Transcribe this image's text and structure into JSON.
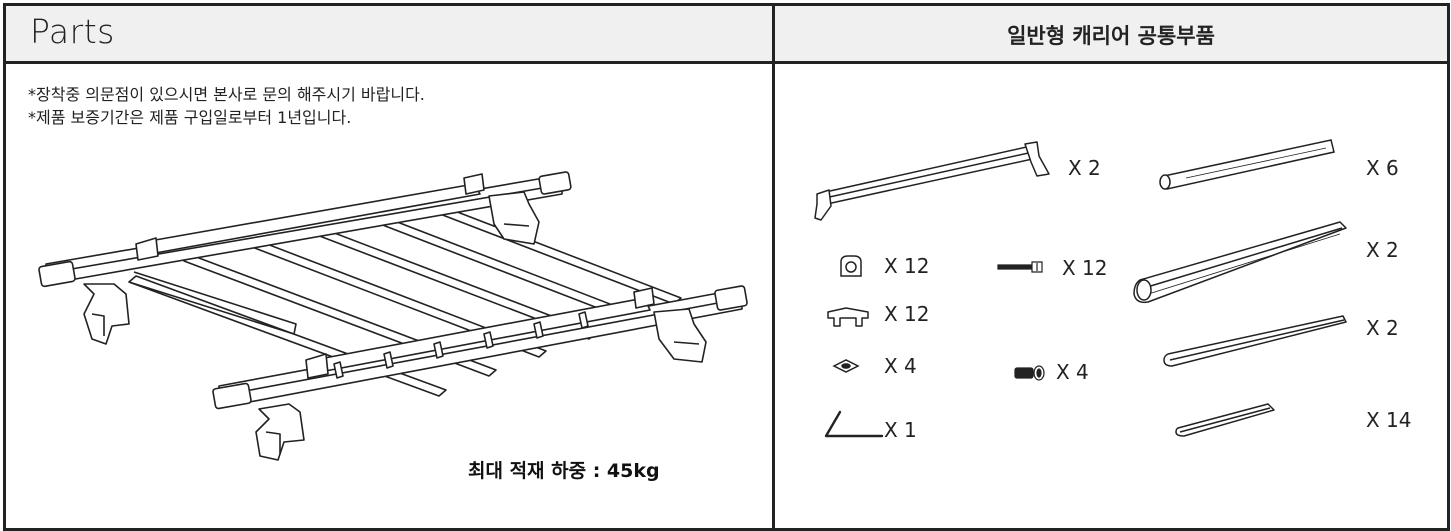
{
  "left_panel": {
    "title": "Parts",
    "notes": [
      "*장착중 의문점이 있으시면 본사로 문의 해주시기 바랍니다.",
      "*제품 보증기간은 제품 구입일로부터 1년입니다."
    ],
    "max_load": "최대 적재 하중 : 45kg"
  },
  "right_panel": {
    "title": "일반형 캐리어 공통부품",
    "parts": [
      {
        "icon": "crossbar-icon",
        "qty": "X 2"
      },
      {
        "icon": "tube-icon",
        "qty": "X 6"
      },
      {
        "icon": "clamp-block-icon",
        "qty": "X 12"
      },
      {
        "icon": "long-bolt-icon",
        "qty": "X 12"
      },
      {
        "icon": "rail-profile-icon",
        "qty": "X 2"
      },
      {
        "icon": "bracket-icon",
        "qty": "X 12"
      },
      {
        "icon": "end-cap-strip-icon",
        "qty": "X 2"
      },
      {
        "icon": "square-nut-icon",
        "qty": "X 4"
      },
      {
        "icon": "short-bolt-icon",
        "qty": "X 4"
      },
      {
        "icon": "hex-key-icon",
        "qty": "X 1"
      },
      {
        "icon": "short-strip-icon",
        "qty": "X 14"
      }
    ]
  }
}
